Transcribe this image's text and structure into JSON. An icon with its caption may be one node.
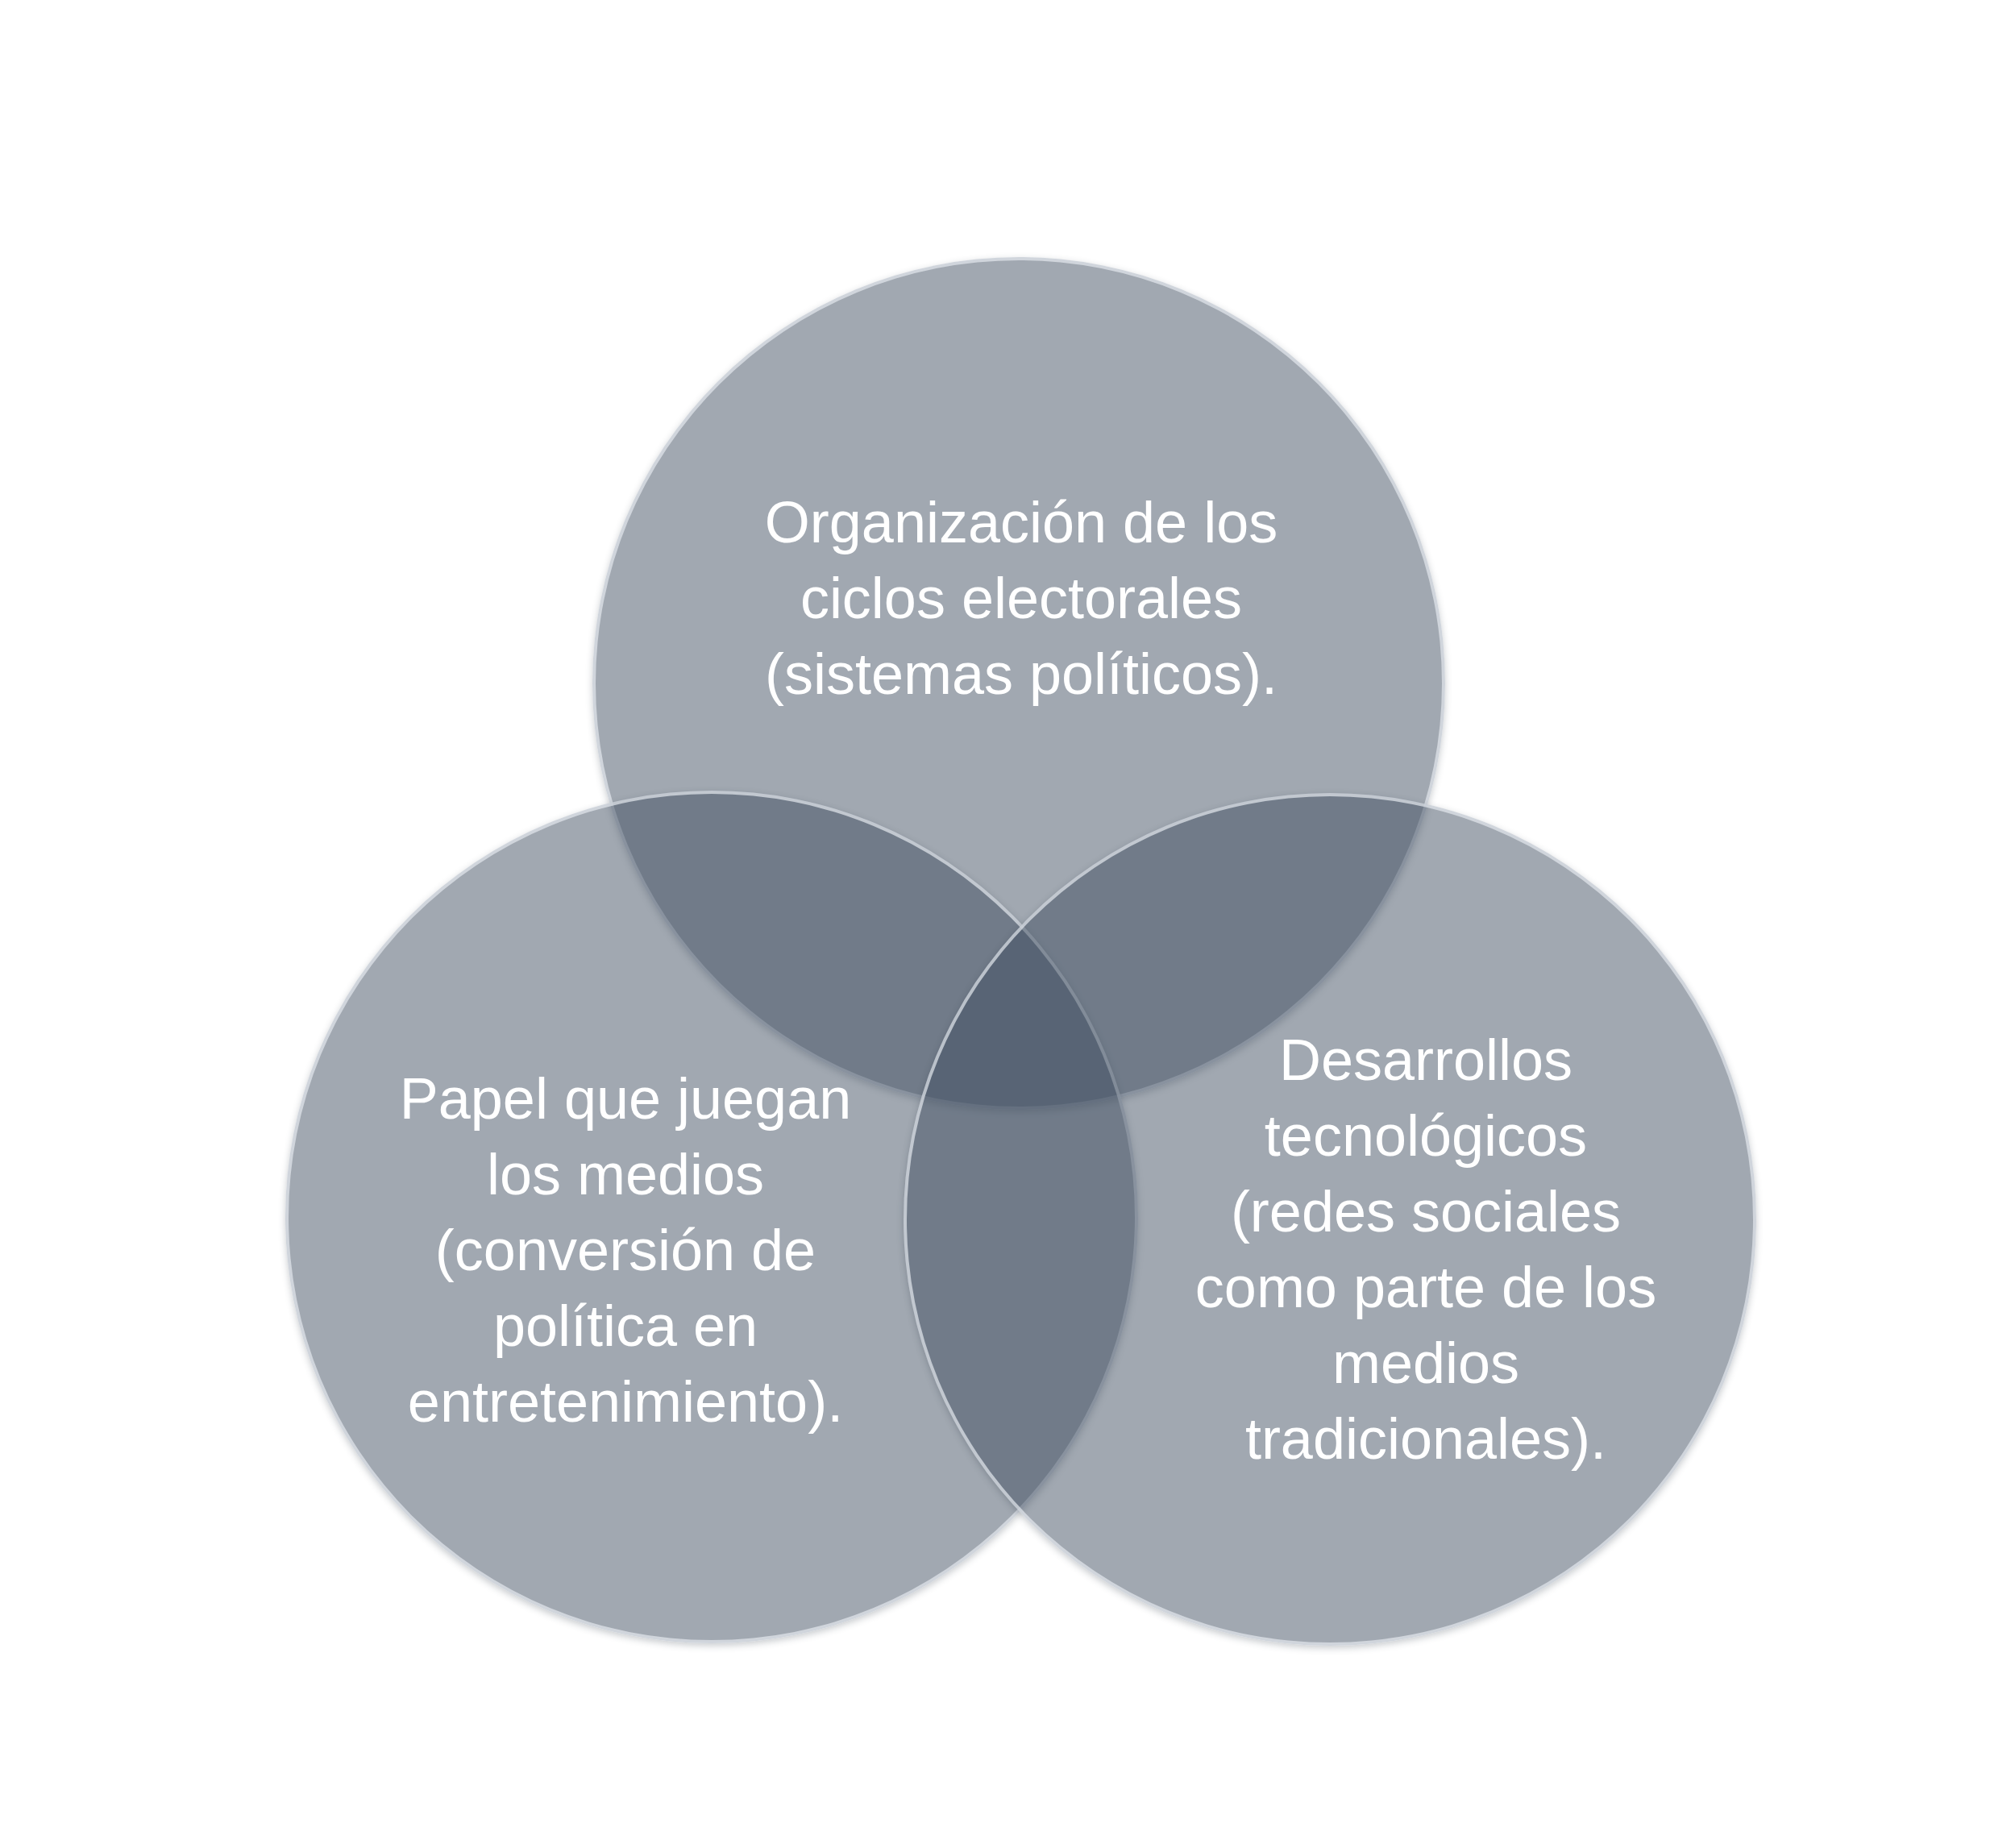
{
  "diagram": {
    "nodes": [
      {
        "text": [
          "Organización de los ciclos electorales (sistemas políticos)."
        ]
      },
      {
        "text": [
          "Papel que juegan los medios (conversión de política en entretenimiento)."
        ]
      },
      {
        "text": [
          "Desarrollos tecnológicos (redes sociales como parte de los medios tradicionales)."
        ]
      }
    ]
  }
}
